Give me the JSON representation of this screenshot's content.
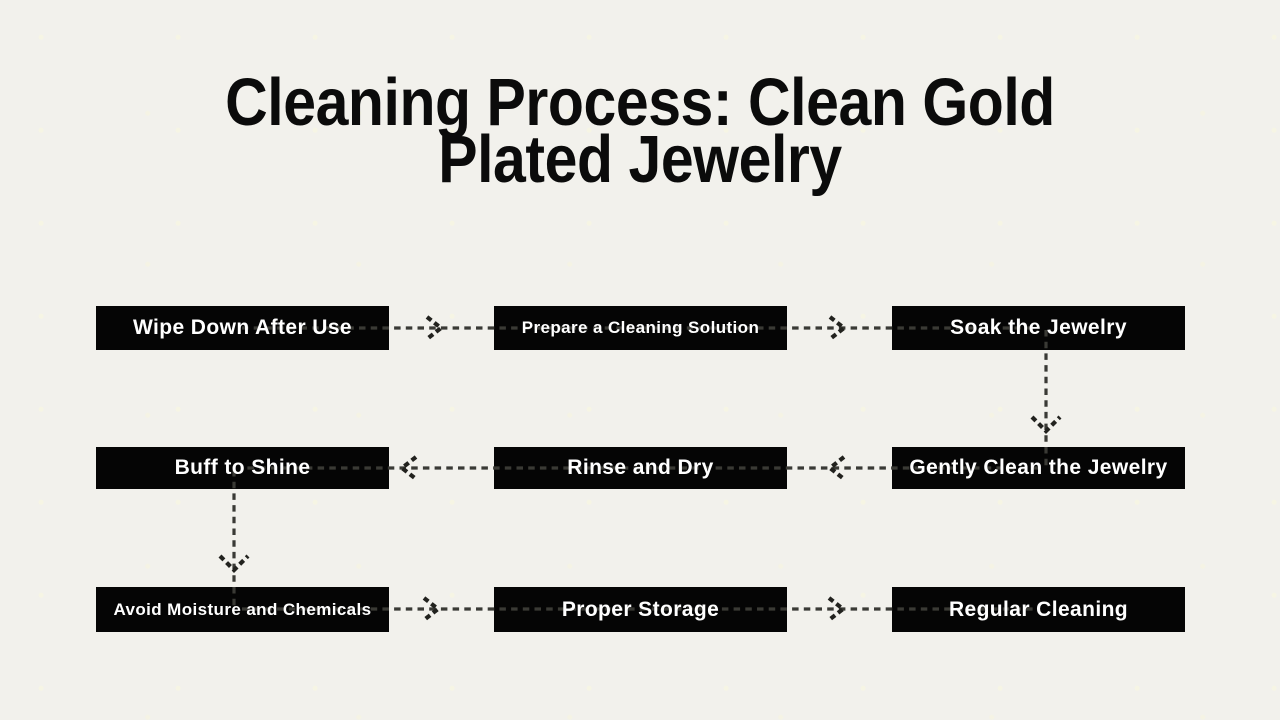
{
  "page": {
    "title_line1": "Cleaning Process: Clean Gold",
    "title_line2": "Plated Jewelry"
  },
  "flow": {
    "steps": [
      {
        "id": "wipe-down-after-use",
        "label": "Wipe Down After Use"
      },
      {
        "id": "prepare-a-cleaning-solution",
        "label": "Prepare a Cleaning Solution"
      },
      {
        "id": "soak-the-jewelry",
        "label": "Soak the Jewelry"
      },
      {
        "id": "buff-to-shine",
        "label": "Buff to Shine"
      },
      {
        "id": "rinse-and-dry",
        "label": "Rinse and Dry"
      },
      {
        "id": "gently-clean-the-jewelry",
        "label": "Gently Clean the Jewelry"
      },
      {
        "id": "avoid-moisture-and-chemicals",
        "label": "Avoid Moisture and Chemicals"
      },
      {
        "id": "proper-storage",
        "label": "Proper Storage"
      },
      {
        "id": "regular-cleaning",
        "label": "Regular Cleaning"
      }
    ],
    "connections": [
      {
        "from": "wipe-down-after-use",
        "to": "prepare-a-cleaning-solution"
      },
      {
        "from": "prepare-a-cleaning-solution",
        "to": "soak-the-jewelry"
      },
      {
        "from": "soak-the-jewelry",
        "to": "gently-clean-the-jewelry"
      },
      {
        "from": "gently-clean-the-jewelry",
        "to": "rinse-and-dry"
      },
      {
        "from": "rinse-and-dry",
        "to": "buff-to-shine"
      },
      {
        "from": "buff-to-shine",
        "to": "avoid-moisture-and-chemicals"
      },
      {
        "from": "avoid-moisture-and-chemicals",
        "to": "proper-storage"
      },
      {
        "from": "proper-storage",
        "to": "regular-cleaning"
      }
    ],
    "arrow_style": "dashed"
  },
  "colors": {
    "background": "#f2f1ec",
    "box_bg": "#050505",
    "box_text": "#ffffff",
    "connector": "#3a3a35",
    "arrowhead": "#22221e",
    "title_text": "#0b0b0b"
  }
}
